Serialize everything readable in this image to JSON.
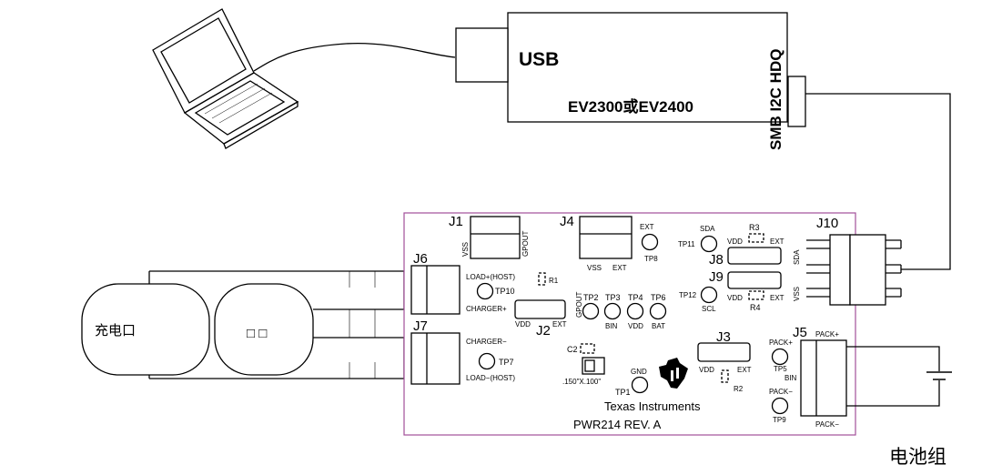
{
  "adapter": {
    "usb_label": "USB",
    "model_label": "EV2300或EV2400",
    "port_label": "SMB I2C HDQ"
  },
  "board": {
    "connectors": {
      "j1": "J1",
      "j4": "J4",
      "j6": "J6",
      "j7": "J7",
      "j2": "J2",
      "j3": "J3",
      "j5": "J5",
      "j8": "J8",
      "j9": "J9",
      "j10": "J10"
    },
    "pins": {
      "j1_vss": "VSS",
      "j1_gpout": "GPOUT",
      "j4_vss": "VSS",
      "j4_ext": "EXT",
      "tp8_ext": "EXT",
      "j2_vdd": "VDD",
      "j2_ext": "EXT",
      "tp_gpout": "GPOUT",
      "j3_vdd": "VDD",
      "j3_ext": "EXT",
      "j10_sda": "SDA",
      "j10_vss": "VSS",
      "j8_vdd": "VDD",
      "j8_ext": "EXT",
      "j9_vdd": "VDD",
      "j9_ext": "EXT",
      "tp11_sda": "SDA",
      "tp12_scl": "SCL",
      "tp2_bin": "BIN",
      "tp4_vdd": "VDD",
      "tp6_bat": "BAT",
      "tp1_gnd": "GND",
      "j5_bin": "BIN"
    },
    "labels": {
      "load_plus": "LOAD+(HOST)",
      "charger_plus": "CHARGER+",
      "charger_minus": "CHARGER−",
      "load_minus": "LOAD−(HOST)",
      "pack_plus_tp": "PACK+",
      "pack_minus_tp": "PACK−",
      "pack_plus": "PACK+",
      "pack_minus": "PACK−",
      "package": ".150\"X.100\""
    },
    "test_points": {
      "tp1": "TP1",
      "tp2": "TP2",
      "tp3": "TP3",
      "tp4": "TP4",
      "tp5": "TP5",
      "tp6": "TP6",
      "tp7": "TP7",
      "tp8": "TP8",
      "tp9": "TP9",
      "tp10": "TP10",
      "tp11": "TP11",
      "tp12": "TP12"
    },
    "components": {
      "r1": "R1",
      "r2": "R2",
      "r3": "R3",
      "r4": "R4",
      "c2": "C2"
    },
    "brand": "Texas Instruments",
    "revision": "PWR214  REV. A"
  },
  "left_devices": {
    "charger_label": "充电口",
    "load_label": "□ □"
  },
  "battery_label": "电池组",
  "colors": {
    "board_border": "#a24f9a",
    "line": "#000000",
    "background": "#ffffff"
  },
  "icons": [
    "laptop-icon",
    "ti-logo-icon",
    "battery-symbol-icon"
  ]
}
